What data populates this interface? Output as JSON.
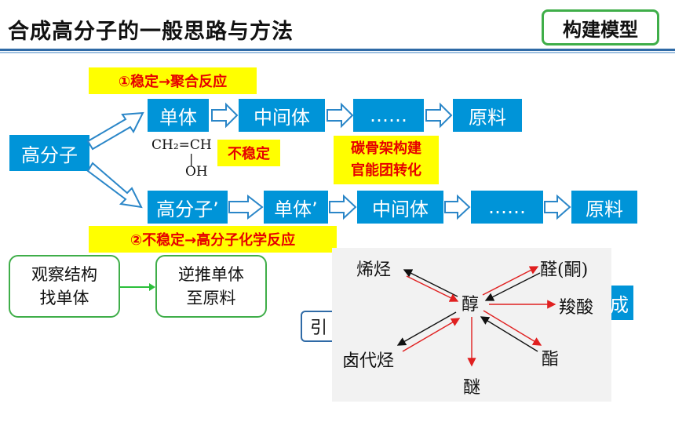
{
  "header": {
    "title": "合成高分子的一般思路与方法",
    "badge": "构建模型"
  },
  "route1": {
    "label": "①稳定→聚合反应",
    "nodes": [
      "单体",
      "中间体",
      "……",
      "原料"
    ]
  },
  "start": "高分子",
  "monomer_formula": {
    "line1": "CH₂=CH",
    "bar": "|",
    "line2": "OH"
  },
  "unstable": "不稳定",
  "note": {
    "line1": "碳骨架构建",
    "line2": "官能团转化"
  },
  "route2": {
    "label": "②不稳定→高分子化学反应",
    "nodes": [
      "高分子’",
      "单体’",
      "中间体",
      "……",
      "原料"
    ]
  },
  "steps": {
    "observe": {
      "line1": "观察结构",
      "line2": "找单体"
    },
    "reverse": {
      "line1": "逆推单体",
      "line2": "至原料"
    }
  },
  "partial": {
    "left": "引",
    "right": "成"
  },
  "network": {
    "center": "醇",
    "nodes": {
      "alkene": "烯烃",
      "aldehyde": "醛(酮)",
      "acid": "羧酸",
      "ester": "酯",
      "ether": "醚",
      "halide": "卤代烃"
    }
  },
  "colors": {
    "blue": "#0094d8",
    "yellow": "#ffff00",
    "red_text": "#e60000",
    "green_border": "#3fae49",
    "rule": "#2f6aa6"
  }
}
